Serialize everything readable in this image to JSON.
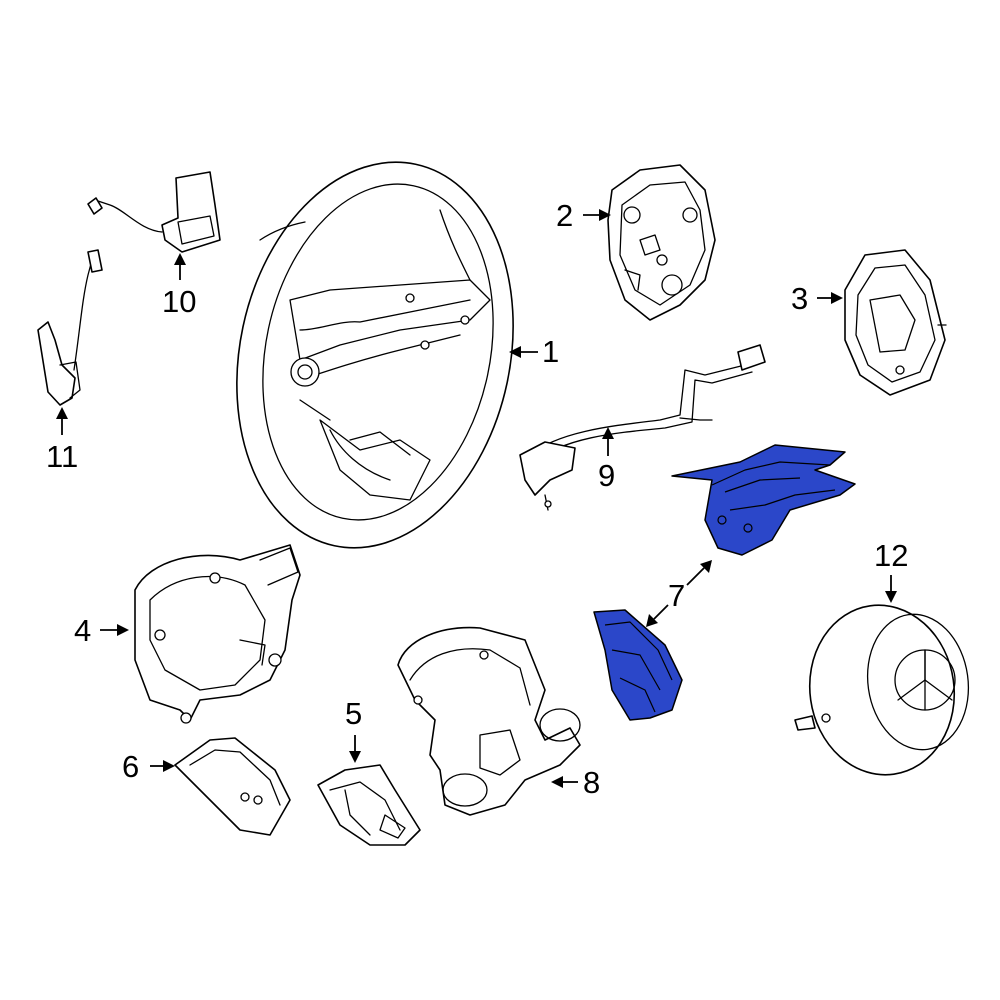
{
  "diagram": {
    "highlight_color": "#2b47c9",
    "line_color": "#000000",
    "background": "#ffffff",
    "callouts": [
      {
        "id": "1",
        "label": "1"
      },
      {
        "id": "2",
        "label": "2"
      },
      {
        "id": "3",
        "label": "3"
      },
      {
        "id": "4",
        "label": "4"
      },
      {
        "id": "5",
        "label": "5"
      },
      {
        "id": "6",
        "label": "6"
      },
      {
        "id": "7",
        "label": "7"
      },
      {
        "id": "8",
        "label": "8"
      },
      {
        "id": "9",
        "label": "9"
      },
      {
        "id": "10",
        "label": "10"
      },
      {
        "id": "11",
        "label": "11"
      },
      {
        "id": "12",
        "label": "12"
      }
    ],
    "highlighted_callout": "7"
  }
}
